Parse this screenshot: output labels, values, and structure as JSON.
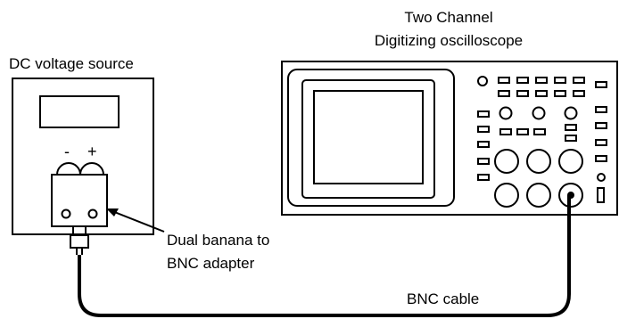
{
  "labels": {
    "scope_title_line1": "Two Channel",
    "scope_title_line2": "Digitizing oscilloscope",
    "dc_source": "DC voltage source",
    "adapter_line1": "Dual banana to",
    "adapter_line2": "BNC adapter",
    "cable": "BNC cable",
    "minus": "-",
    "plus": "+"
  },
  "colors": {
    "line": "#000000",
    "background": "#ffffff"
  }
}
